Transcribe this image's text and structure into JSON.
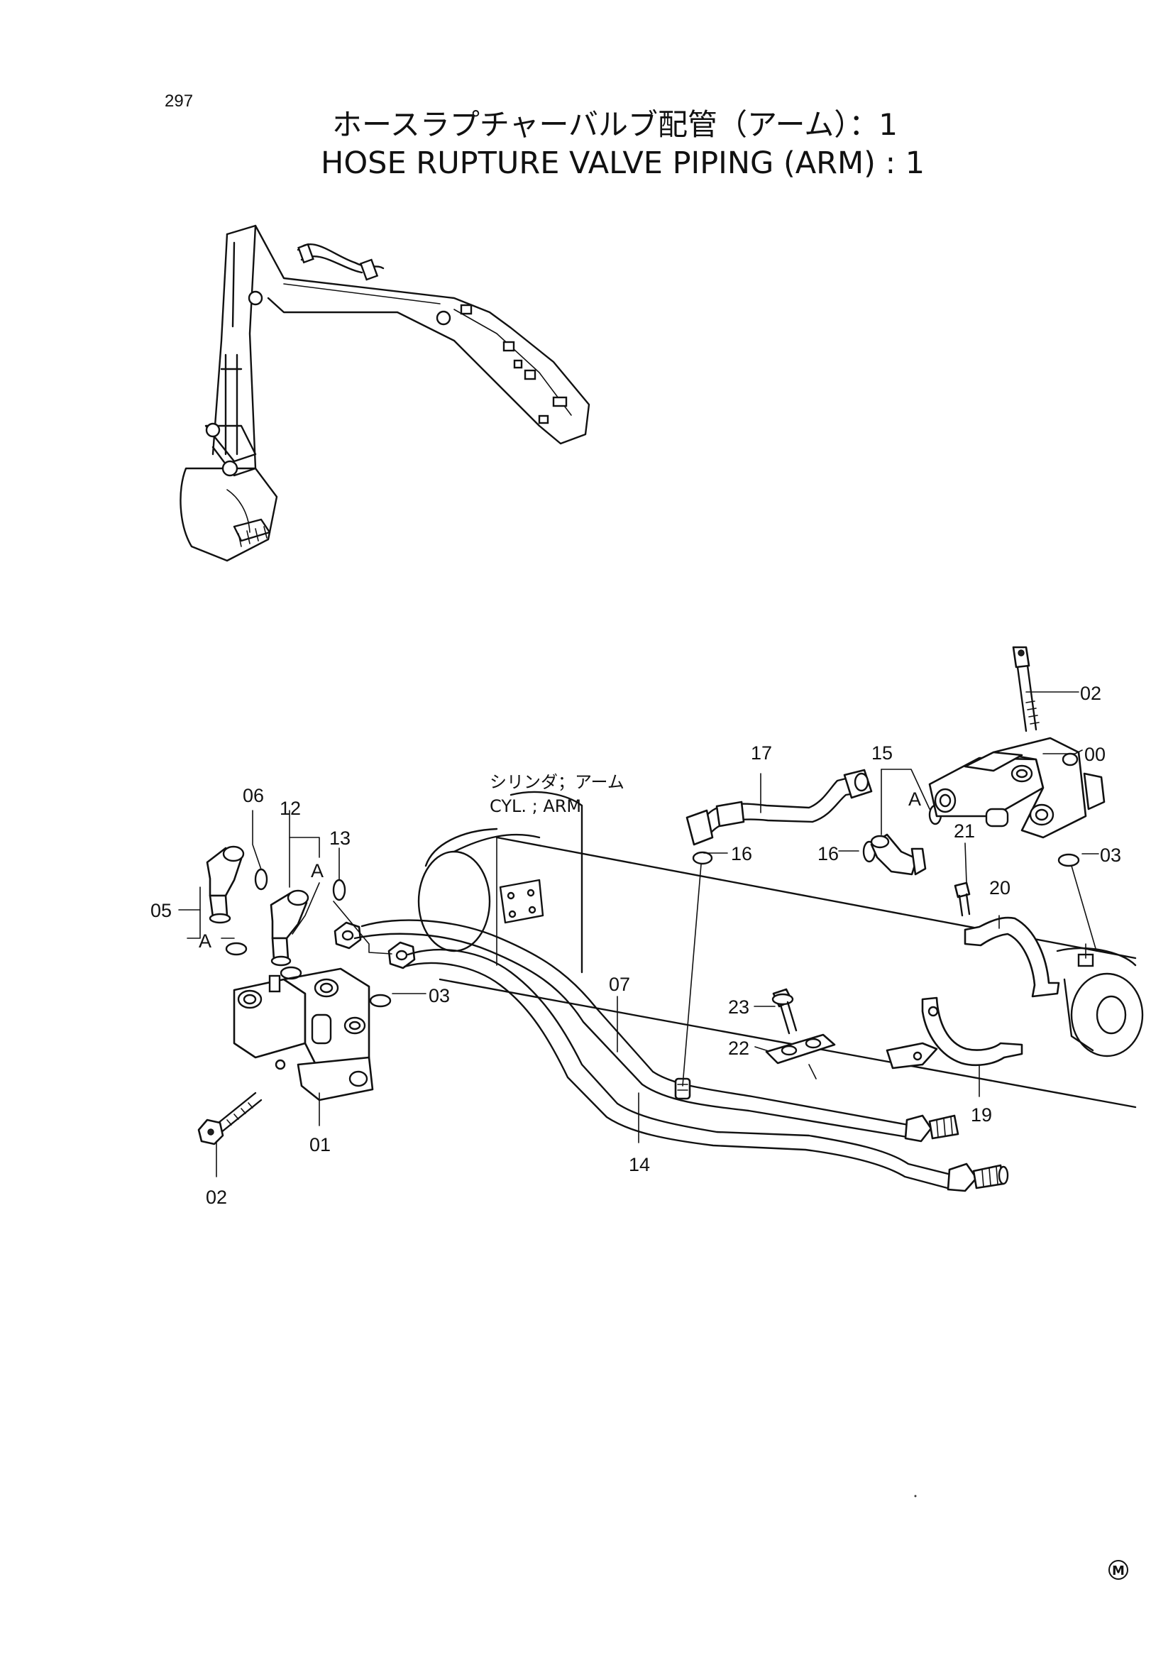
{
  "page_number": "297",
  "title_jp": "ホースラプチャーバルブ配管（アーム）：1",
  "title_en": "HOSE RUPTURE VALVE PIPING (ARM) : 1",
  "cylinder_label_jp": "シリンダ；アーム",
  "cylinder_label_en": "CYL. ; ARM",
  "callouts": {
    "c00": "00",
    "c01": "01",
    "c02_top": "02",
    "c02_bottom": "02",
    "c03_right": "03",
    "c03_left": "03",
    "c05": "05",
    "c06": "06",
    "c07": "07",
    "c12": "12",
    "c13": "13",
    "c14": "14",
    "c15": "15",
    "c16_a": "16",
    "c16_b": "16",
    "c17": "17",
    "c19": "19",
    "c20": "20",
    "c21": "21",
    "c22": "22",
    "c23": "23"
  },
  "detail_marks": {
    "a_05": "A",
    "a_12": "A",
    "a_15": "A"
  },
  "corner_mark": "M"
}
